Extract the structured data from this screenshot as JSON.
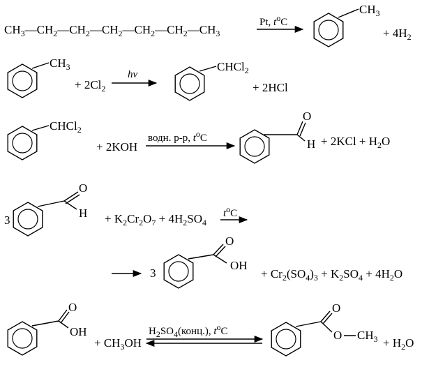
{
  "reactions": [
    {
      "id": "r1",
      "reactant": "CH3-CH2-CH2-CH2-CH2-CH2-CH3",
      "condition": "Pt, t°C",
      "product_substituent": "CH3",
      "byproduct": "+ 4H2"
    },
    {
      "id": "r2",
      "reactant_substituent": "CH3",
      "reagent": "+ 2Cl2",
      "condition": "hv",
      "product_substituent": "CHCl2",
      "byproduct": "+ 2HCl"
    },
    {
      "id": "r3",
      "reactant_substituent": "CHCl2",
      "reagent": "+ 2KOH",
      "condition": "водн. р-р, t°C",
      "product_substituent": "CHO",
      "byproduct": "+ 2KCl + H2O"
    },
    {
      "id": "r4",
      "coefficient": "3",
      "reactant_substituent": "CHO",
      "reagent": "+ K2Cr2O7 + 4H2SO4",
      "condition": "t°C",
      "product_coefficient": "3",
      "product_substituent": "COOH",
      "byproduct": "+ Cr2(SO4)3 + K2SO4 + 4H2O"
    },
    {
      "id": "r5",
      "reactant_substituent": "COOH",
      "reagent": "+ CH3OH",
      "condition": "H2SO4(конц.), t°C",
      "reversible": true,
      "product_substituent": "COOCH3",
      "byproduct": "+ H2O"
    }
  ]
}
